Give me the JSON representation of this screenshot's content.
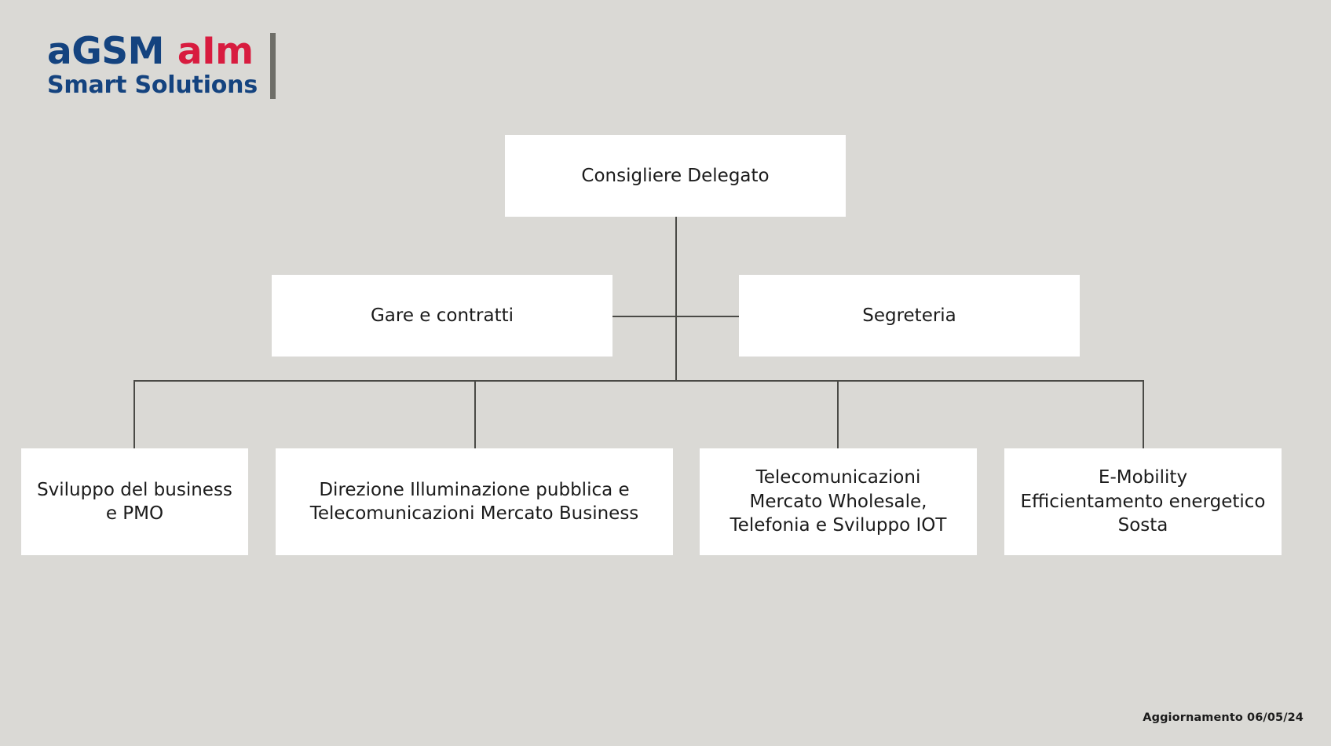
{
  "brand": {
    "logo_part1": "aGSM",
    "logo_part2": "aIm",
    "logo_tagline": "Smart Solutions",
    "color_primary": "#14437f",
    "color_accent": "#d81c3f",
    "color_divider": "#6e6e68"
  },
  "page": {
    "background_color": "#dad9d5",
    "line_color": "#4a4a46",
    "box_color": "#ffffff",
    "text_color": "#1b1b1b"
  },
  "chart_data": {
    "type": "diagram",
    "diagram_kind": "org-chart",
    "title": "",
    "root": {
      "id": "consigliere-delegato",
      "label": "Consigliere Delegato",
      "lines": [
        "Consigliere Delegato"
      ]
    },
    "staff": [
      {
        "id": "gare-e-contratti",
        "label": "Gare e contratti",
        "lines": [
          "Gare e contratti"
        ],
        "side": "left"
      },
      {
        "id": "segreteria",
        "label": "Segreteria",
        "lines": [
          "Segreteria"
        ],
        "side": "right"
      }
    ],
    "units": [
      {
        "id": "sviluppo-del-business-e-pmo",
        "label": "Sviluppo del business e PMO",
        "lines": [
          "Sviluppo del business",
          "e PMO"
        ]
      },
      {
        "id": "direzione-illuminazione-pubblica-e-telecomunicazioni-mercato-business",
        "label": "Direzione Illuminazione pubblica e Telecomunicazioni Mercato Business",
        "lines": [
          "Direzione Illuminazione pubblica e",
          "Telecomunicazioni Mercato Business"
        ]
      },
      {
        "id": "telecomunicazioni-mercato-wholesale-telefonia-e-sviluppo-iot",
        "label": "Telecomunicazioni Mercato Wholesale, Telefonia e Sviluppo IOT",
        "lines": [
          "Telecomunicazioni",
          "Mercato Wholesale,",
          "Telefonia e Sviluppo IOT"
        ]
      },
      {
        "id": "e-mobility-efficientamento-energetico-sosta",
        "label": "E-Mobility Efficientamento energetico Sosta",
        "lines": [
          "E-Mobility",
          "Efficientamento energetico",
          "Sosta"
        ]
      }
    ]
  },
  "footer": {
    "update_note": "Aggiornamento 06/05/24"
  }
}
